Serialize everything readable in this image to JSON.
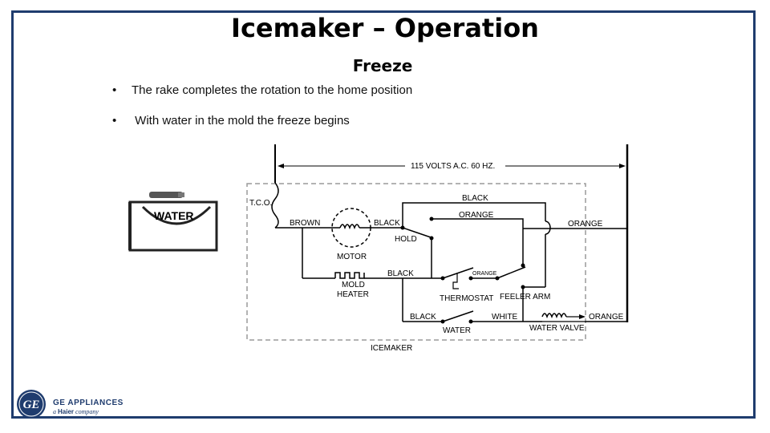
{
  "slide": {
    "title": "Icemaker – Operation",
    "subtitle": "Freeze",
    "bullets": [
      "The rake completes the rotation to the home position",
      " With water in the mold the freeze begins"
    ],
    "bullet_marker": "•"
  },
  "diagram": {
    "voltage": "115 VOLTS A.C.  60 HZ.",
    "tco": "T.C.O.",
    "brown": "BROWN",
    "motor": "MOTOR",
    "black_motor": "BLACK",
    "black_top": "BLACK",
    "orange_top": "ORANGE",
    "orange_right": "ORANGE",
    "hold": "HOLD",
    "black_heater": "BLACK",
    "mold_heater_1": "MOLD",
    "mold_heater_2": "HEATER",
    "orange_small": "ORANGE",
    "thermostat": "THERMOSTAT",
    "feeler_arm": "FEELER ARM",
    "black_water": "BLACK",
    "water_switch": "WATER",
    "white": "WHITE",
    "orange_valve": "ORANGE",
    "water_valve": "WATER VALVE",
    "icemaker": "ICEMAKER",
    "mold_icon_label": "WATER"
  },
  "footer": {
    "logo_text": "GE",
    "brand": "GE APPLIANCES",
    "brand_sub_prefix": "a ",
    "brand_sub_bold": "Haier",
    "brand_sub_suffix": " company"
  },
  "colors": {
    "frame": "#1f3c6e",
    "brand": "#1f3c6e",
    "dashed_box": "#9a9a9a"
  }
}
